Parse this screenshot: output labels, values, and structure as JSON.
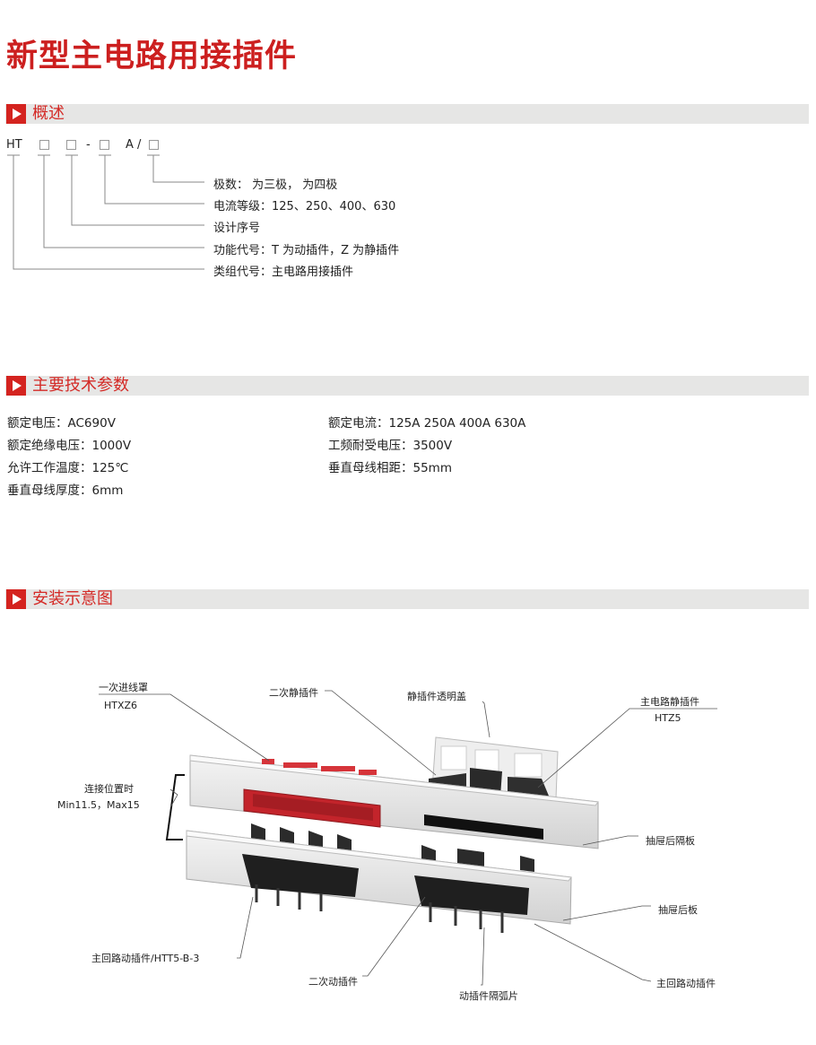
{
  "page_title": "新型主电路用接插件",
  "sections": {
    "overview": {
      "heading": "概述",
      "code": {
        "prefix": "HT",
        "dash": "-",
        "suffix_a": "A /"
      },
      "legend": [
        "极数： 为三极， 为四极",
        "电流等级：125、250、400、630",
        "设计序号",
        "功能代号：T 为动插件，Z 为静插件",
        "类组代号：主电路用接插件"
      ]
    },
    "specs": {
      "heading": "主要技术参数",
      "left": [
        "额定电压：AC690V",
        "额定绝缘电压：1000V",
        "允许工作温度：125℃",
        "垂直母线厚度：6mm"
      ],
      "right": [
        "额定电流：125A 250A 400A 630A",
        "工频耐受电压：3500V",
        "垂直母线相距：55mm"
      ]
    },
    "install": {
      "heading": "安装示意图",
      "callouts": {
        "incoming_cover": "一次进线罩",
        "incoming_cover_model": "HTXZ6",
        "secondary_static": "二次静插件",
        "static_cover": "静插件透明盖",
        "main_static": "主电路静插件",
        "main_static_model": "HTZ5",
        "connect_pos": "连接位置时",
        "connect_range": "Min11.5，Max15",
        "drawer_partition": "抽屉后隔板",
        "drawer_back": "抽屉后板",
        "main_moving_model": "主回路动插件/HTT5-B-3",
        "secondary_moving": "二次动插件",
        "arc_sheet": "动插件隔弧片",
        "main_moving": "主回路动插件"
      }
    }
  },
  "colors": {
    "accent": "#d4231f",
    "title": "#cc1f1f",
    "bar": "#e6e6e5"
  }
}
